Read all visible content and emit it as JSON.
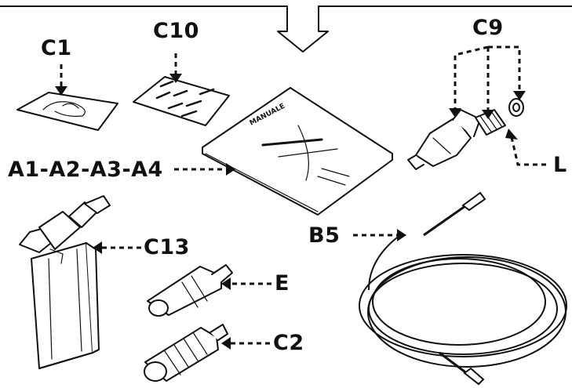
{
  "labels": {
    "c1": "C1",
    "c10": "C10",
    "c9": "C9",
    "a": "A1-A2-A3-A4",
    "l": "L",
    "c13": "C13",
    "b5": "B5",
    "e": "E",
    "c2": "C2"
  },
  "manual_cover": "MANUALE",
  "colors": {
    "line": "#111111",
    "background": "#ffffff"
  }
}
